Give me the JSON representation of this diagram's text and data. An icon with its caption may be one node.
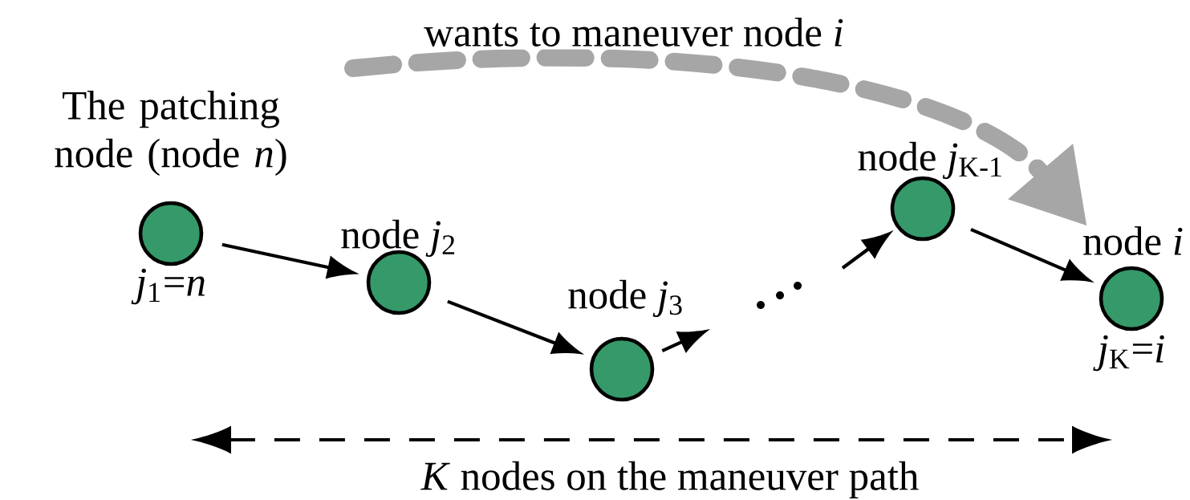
{
  "diagram": {
    "nodes": [
      {
        "text": [],
        "shape": "circle",
        "beside": [
          "The patching node (node *n*)",
          "*j*$_{1}$=*n*"
        ]
      },
      {
        "text": [],
        "shape": "circle",
        "beside": [
          "node *j*$_{2}$"
        ]
      },
      {
        "text": [],
        "shape": "circle",
        "beside": [
          "node *j*$_{3}$"
        ]
      },
      {
        "text": [],
        "shape": "circle",
        "beside": [
          "node *j*$_{K-1}$"
        ]
      },
      {
        "text": [],
        "shape": "circle",
        "beside": [
          "node *i*",
          "*j*$_{K}$=*i*"
        ]
      }
    ],
    "edges": [
      {
        "from": 0,
        "to": 4,
        "arrow": "to",
        "label": "wants to maneuver node *i*",
        "style": "dashed",
        "color": "#a6a6a6"
      },
      {
        "from": 0,
        "to": 1,
        "arrow": "to"
      },
      {
        "from": 1,
        "to": 2,
        "arrow": "to"
      },
      {
        "from": 2,
        "to": null,
        "arrow": "to"
      },
      {
        "from": null,
        "to": 3,
        "arrow": "to"
      },
      {
        "from": 3,
        "to": 4,
        "arrow": "to"
      }
    ],
    "labels": [
      "*K* nodes on the maneuver path"
    ]
  }
}
